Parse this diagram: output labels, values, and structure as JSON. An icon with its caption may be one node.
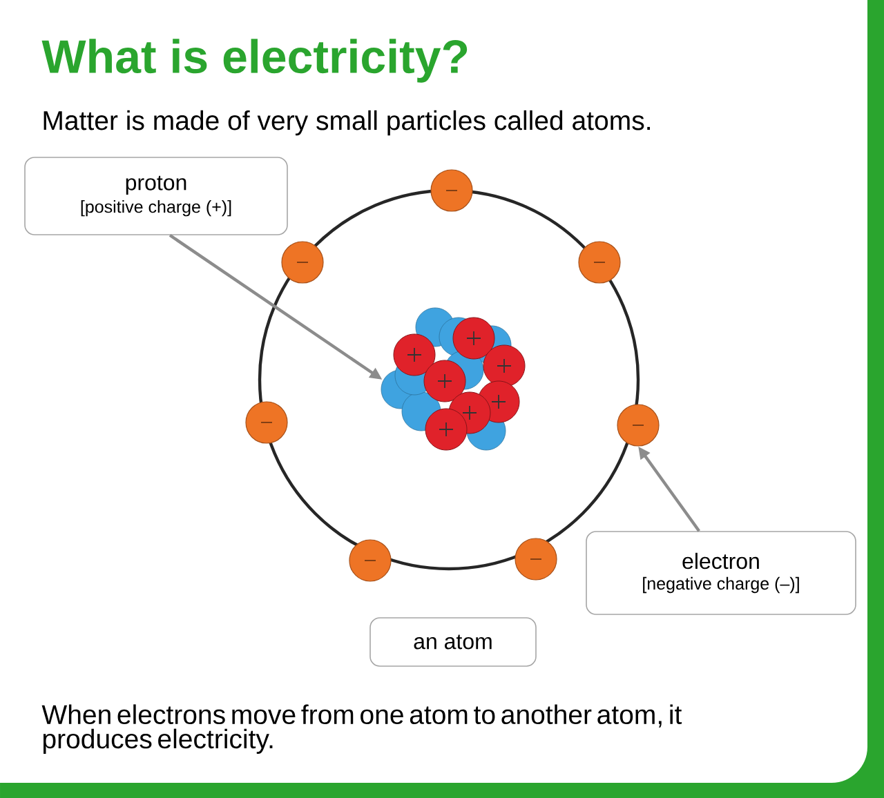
{
  "diagram": {
    "title": "What is electricity?",
    "nodes": [
      {
        "text": [
          "proton",
          "[positive charge (+)]"
        ]
      },
      {
        "text": [],
        "shape": "picture"
      },
      {
        "text": [
          "electron",
          "[negative charge (–)]"
        ]
      },
      {
        "text": [],
        "shape": "circle"
      },
      {
        "text": [
          "an atom"
        ]
      }
    ],
    "edges": [
      {
        "from": 0,
        "to": 1,
        "arrow": "to"
      },
      {
        "from": 2,
        "to": 3,
        "arrow": "to"
      }
    ],
    "labels": [
      "Matter is made of very small particles called atoms.",
      "When electrons move from one atom to another atom, it produces electricity."
    ]
  }
}
